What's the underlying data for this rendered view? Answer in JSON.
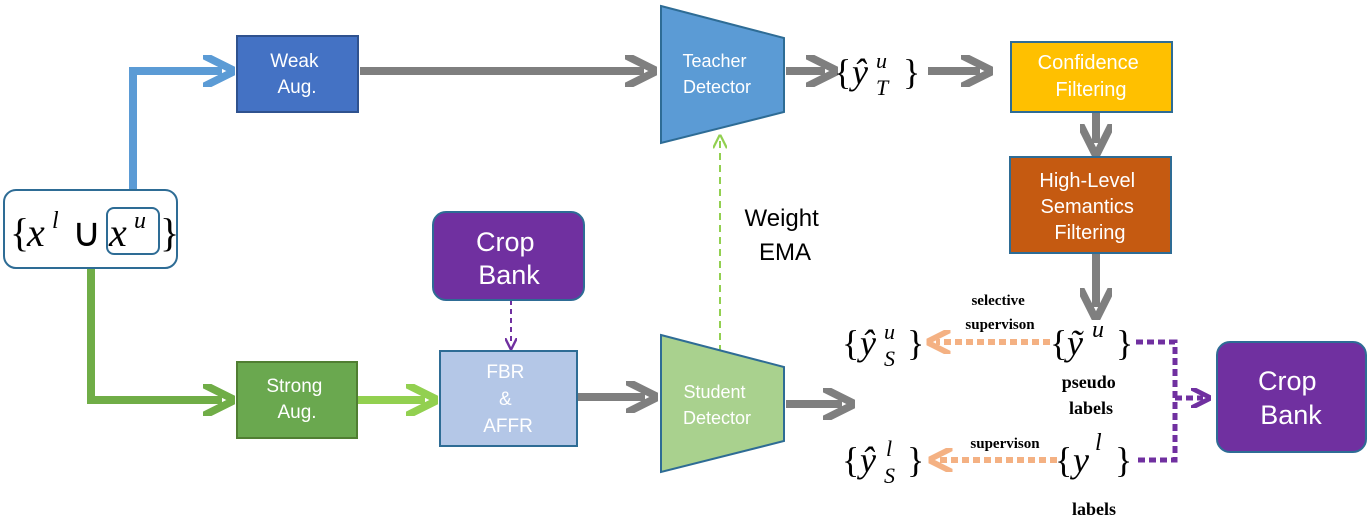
{
  "nodes": {
    "weak_aug": [
      "Weak",
      "Aug."
    ],
    "strong_aug": [
      "Strong",
      "Aug."
    ],
    "crop_bank_top": [
      "Crop",
      "Bank"
    ],
    "fbr": [
      "FBR",
      "&",
      "AFFR"
    ],
    "teacher": [
      "Teacher",
      "Detector"
    ],
    "student": [
      "Student",
      "Detector"
    ],
    "confidence": [
      "Confidence",
      "Filtering"
    ],
    "high_level": [
      "High-Level",
      "Semantics",
      "Filtering"
    ],
    "crop_bank_right": [
      "Crop",
      "Bank"
    ]
  },
  "math": {
    "input": {
      "lbrace": "{",
      "x": "x",
      "l_sup": "l",
      "cup": "∪",
      "u_sup": "u",
      "rbrace": "}"
    },
    "teacher_out": {
      "lbrace": "{",
      "y": "ŷ",
      "sup": "u",
      "sub": "T",
      "rbrace": "}"
    },
    "student_u": {
      "lbrace": "{",
      "y": "ŷ",
      "sup": "u",
      "sub": "S",
      "rbrace": "}"
    },
    "student_l": {
      "lbrace": "{",
      "y": "ŷ",
      "sup": "l",
      "sub": "S",
      "rbrace": "}"
    },
    "pseudo": {
      "lbrace": "{",
      "y": "ỹ",
      "sup": "u",
      "rbrace": "}"
    },
    "labels": {
      "lbrace": "{",
      "y": "y",
      "sup": "l",
      "rbrace": "}"
    }
  },
  "labels": {
    "weight_ema": [
      "Weight",
      "EMA"
    ],
    "selective_supervision": [
      "selective",
      "supervison"
    ],
    "supervision": "supervison",
    "pseudo_labels": [
      "pseudo",
      "labels"
    ],
    "labels": "labels"
  },
  "colors": {
    "weak_aug": "#4472c4",
    "strong_aug": "#6aa84f",
    "crop_bank": "#7030a0",
    "fbr": "#b4c7e7",
    "teacher": "#5b9bd5",
    "student": "#a9d18e",
    "confidence": "#ffc000",
    "high_level": "#c55a11",
    "gray_arrow": "#7f7f7f",
    "blue_arrow": "#5b9bd5",
    "green_arrow": "#70ad47",
    "light_green_arrow": "#92d050",
    "purple_arrow": "#7030a0",
    "orange_arrow": "#f4b183"
  }
}
